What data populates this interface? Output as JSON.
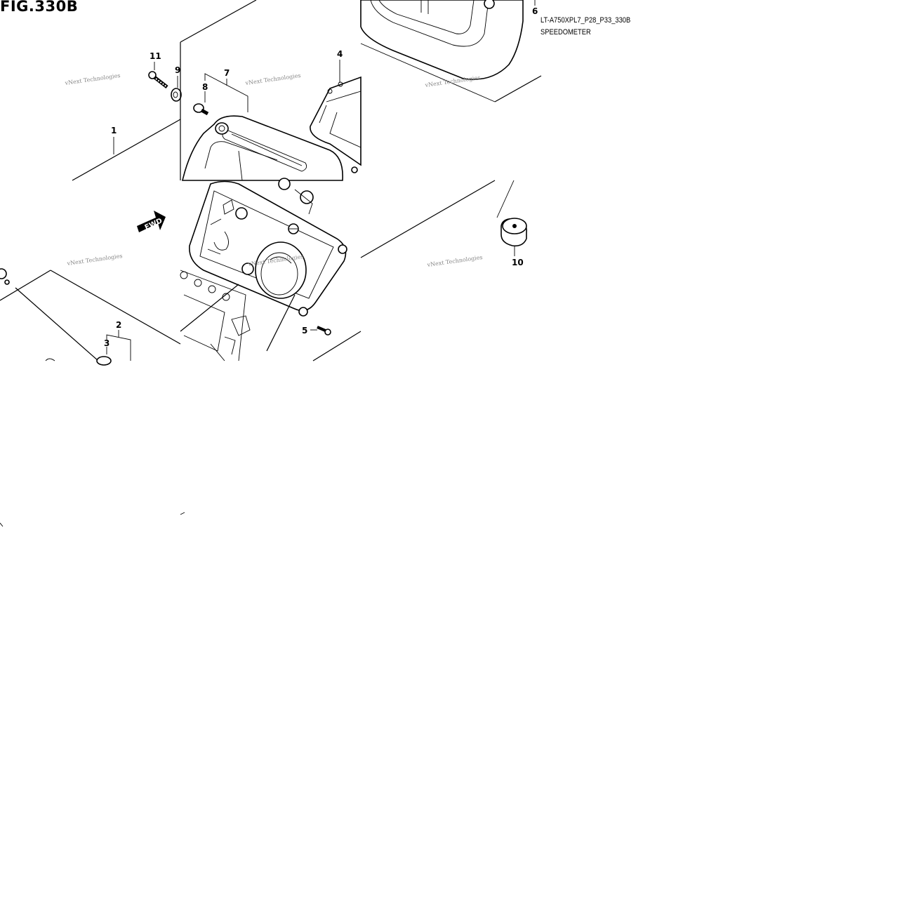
{
  "figure": {
    "title": "FIG.330B",
    "code": "LT-A750XPL7_P28_P33_330B",
    "subtitle": "SPEEDOMETER"
  },
  "callouts": [
    "1",
    "2",
    "3",
    "4",
    "5",
    "6",
    "7",
    "8",
    "9",
    "10",
    "11"
  ],
  "arrow_label": "FWD",
  "watermark": "vNext Technologies"
}
